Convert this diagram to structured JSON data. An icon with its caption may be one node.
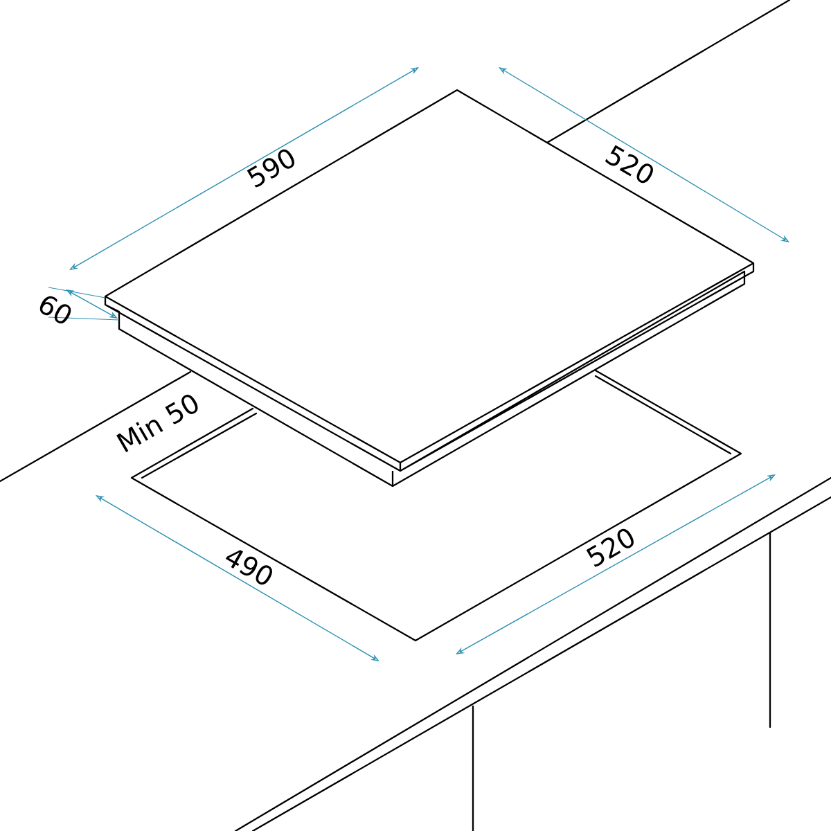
{
  "diagram": {
    "labels": [
      "590",
      "520",
      "60",
      "Min 50",
      "490",
      "520"
    ]
  }
}
